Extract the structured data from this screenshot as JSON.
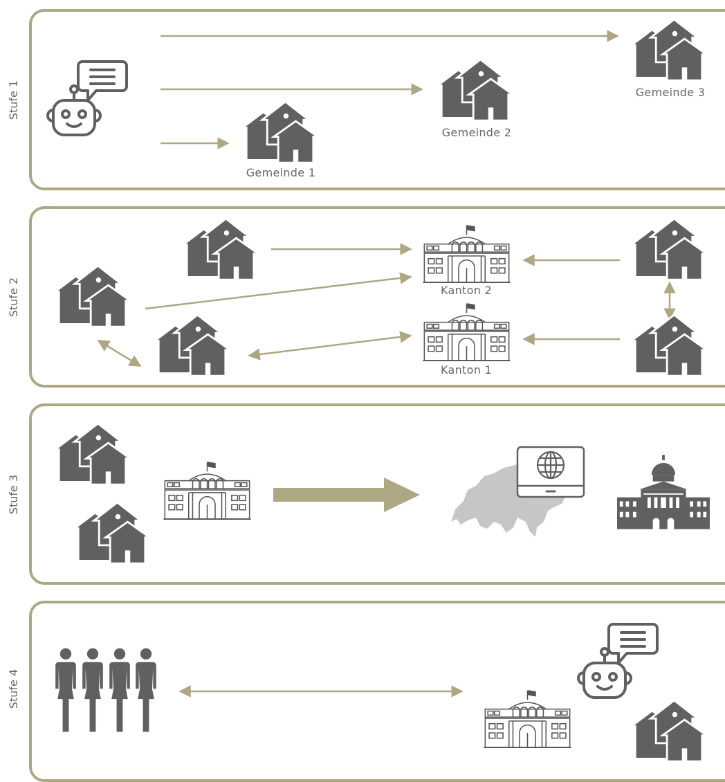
{
  "colors": {
    "accent": "#aea784",
    "icon": "#606060",
    "map": "#c6c6c6",
    "text": "#666666"
  },
  "stages": [
    {
      "label": "Stufe 1",
      "labels": {
        "g1": "Gemeinde 1",
        "g2": "Gemeinde 2",
        "g3": "Gemeinde 3"
      }
    },
    {
      "label": "Stufe 2",
      "labels": {
        "k2": "Kanton 2",
        "k1": "Kanton 1"
      }
    },
    {
      "label": "Stufe 3"
    },
    {
      "label": "Stufe 4"
    }
  ],
  "icons": [
    "robot-chat-icon",
    "houses-icon",
    "government-building-icon",
    "switzerland-map-icon",
    "monitor-globe-icon",
    "federal-palace-icon",
    "people-group-icon"
  ]
}
